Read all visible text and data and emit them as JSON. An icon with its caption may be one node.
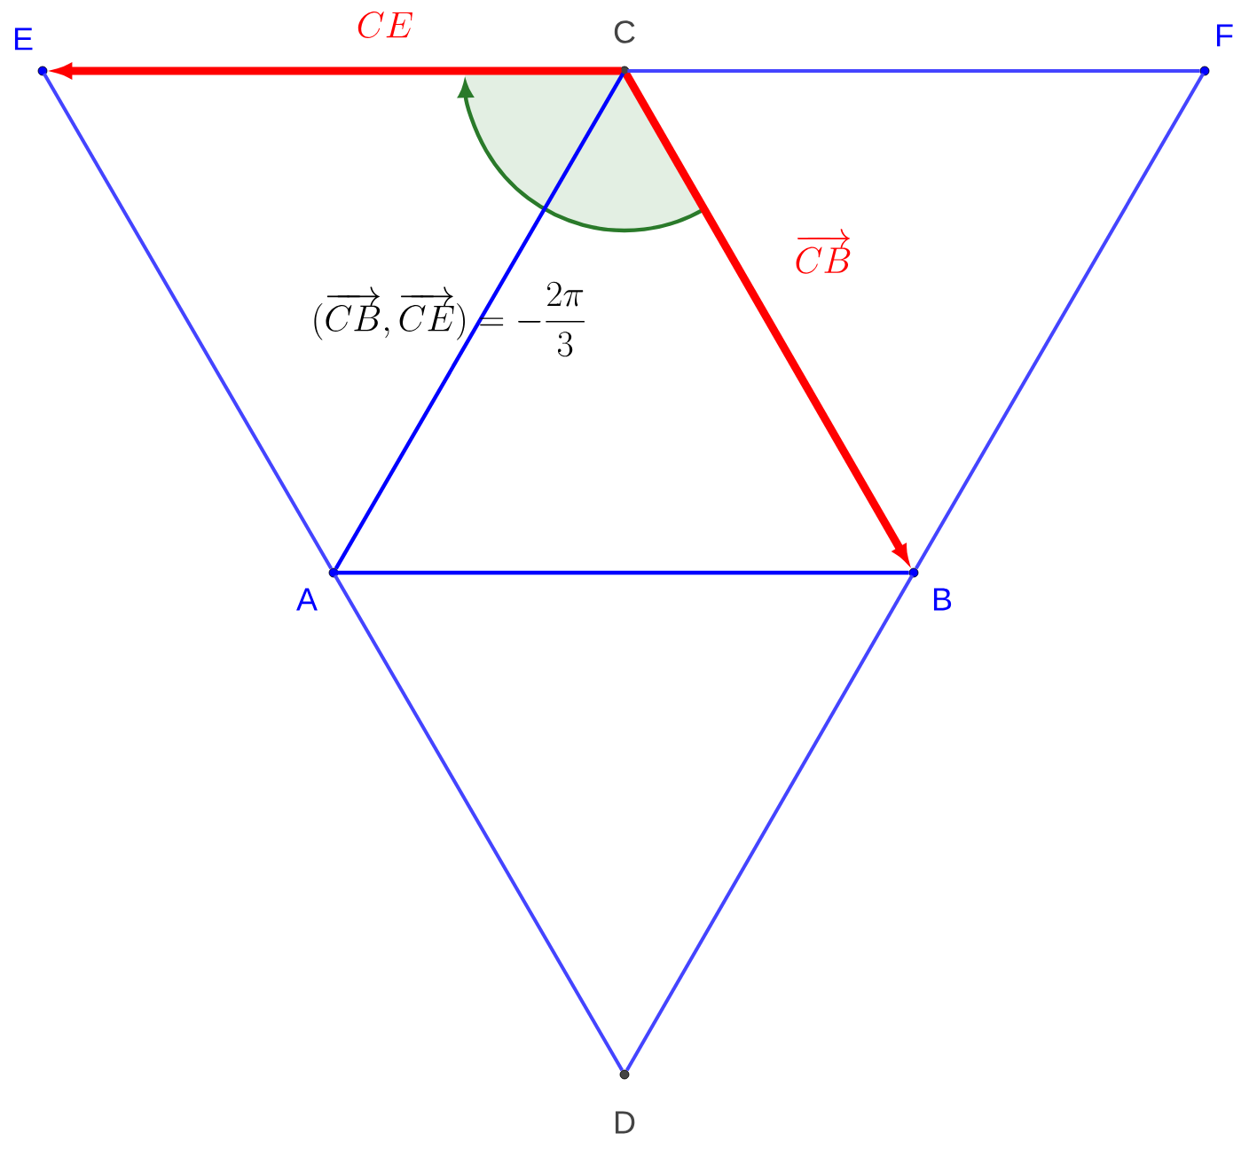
{
  "diagram": {
    "nodes": [
      {
        "text": [],
        "shape": "circle",
        "beside": [
          "E"
        ]
      },
      {
        "text": [],
        "shape": "circle",
        "beside": [
          "C"
        ]
      },
      {
        "text": [],
        "shape": "circle",
        "beside": [
          "F"
        ]
      },
      {
        "text": [],
        "shape": "circle",
        "beside": [
          "A"
        ]
      },
      {
        "text": [],
        "shape": "circle",
        "beside": [
          "B"
        ]
      },
      {
        "text": [],
        "shape": "circle",
        "beside": [
          "D"
        ]
      }
    ],
    "edges": [
      {
        "from": 1,
        "to": 0,
        "arrow": "to",
        "style": "thick",
        "color": "#ff0000",
        "label": "CE"
      },
      {
        "from": 1,
        "to": 4,
        "arrow": "to",
        "style": "thick",
        "color": "#ff0000",
        "label": "\\overrightarrow{CB}"
      },
      {
        "from": 1,
        "to": 2,
        "arrow": "none"
      },
      {
        "from": 0,
        "to": 3,
        "arrow": "none"
      },
      {
        "from": 3,
        "to": 5,
        "arrow": "none"
      },
      {
        "from": 2,
        "to": 4,
        "arrow": "none"
      },
      {
        "from": 4,
        "to": 5,
        "arrow": "none"
      },
      {
        "from": 1,
        "to": 3,
        "arrow": "none",
        "color": "#0000ff"
      },
      {
        "from": 3,
        "to": 4,
        "arrow": "none",
        "color": "#0000ff"
      }
    ],
    "labels": [
      "(\\overrightarrow{CB},\\overrightarrow{CE})=-\\frac{2\\pi}{3}"
    ]
  }
}
